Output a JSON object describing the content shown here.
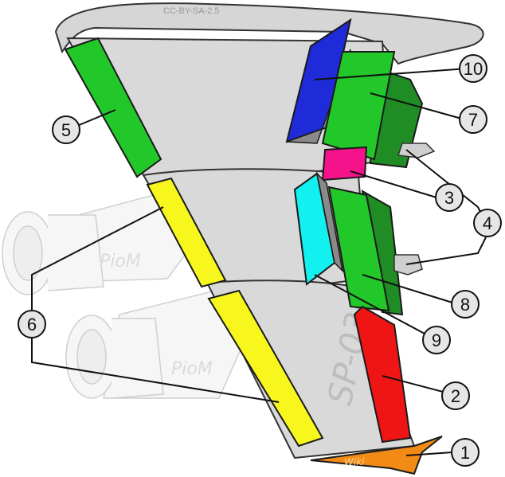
{
  "license_text": "CC-BY-SA-2.5",
  "registration": "SP-036",
  "engine_brand": "PioM",
  "tip_text": "Wiki",
  "colors": {
    "wing": "#d9d9d9",
    "outline": "#1a1a1a",
    "green": "#22c72a",
    "dark_green": "#1f8c24",
    "yellow": "#f7f71e",
    "blue": "#1f2bd9",
    "cyan": "#12f0f0",
    "pink": "#f5128a",
    "red": "#f01515",
    "orange": "#f28a16",
    "callout_fill": "#e6e6e6"
  },
  "callouts": [
    {
      "id": "1",
      "label": "1"
    },
    {
      "id": "2",
      "label": "2"
    },
    {
      "id": "3",
      "label": "3"
    },
    {
      "id": "4",
      "label": "4"
    },
    {
      "id": "5",
      "label": "5"
    },
    {
      "id": "6",
      "label": "6"
    },
    {
      "id": "7",
      "label": "7"
    },
    {
      "id": "8",
      "label": "8"
    },
    {
      "id": "9",
      "label": "9"
    },
    {
      "id": "10",
      "label": "10"
    }
  ]
}
